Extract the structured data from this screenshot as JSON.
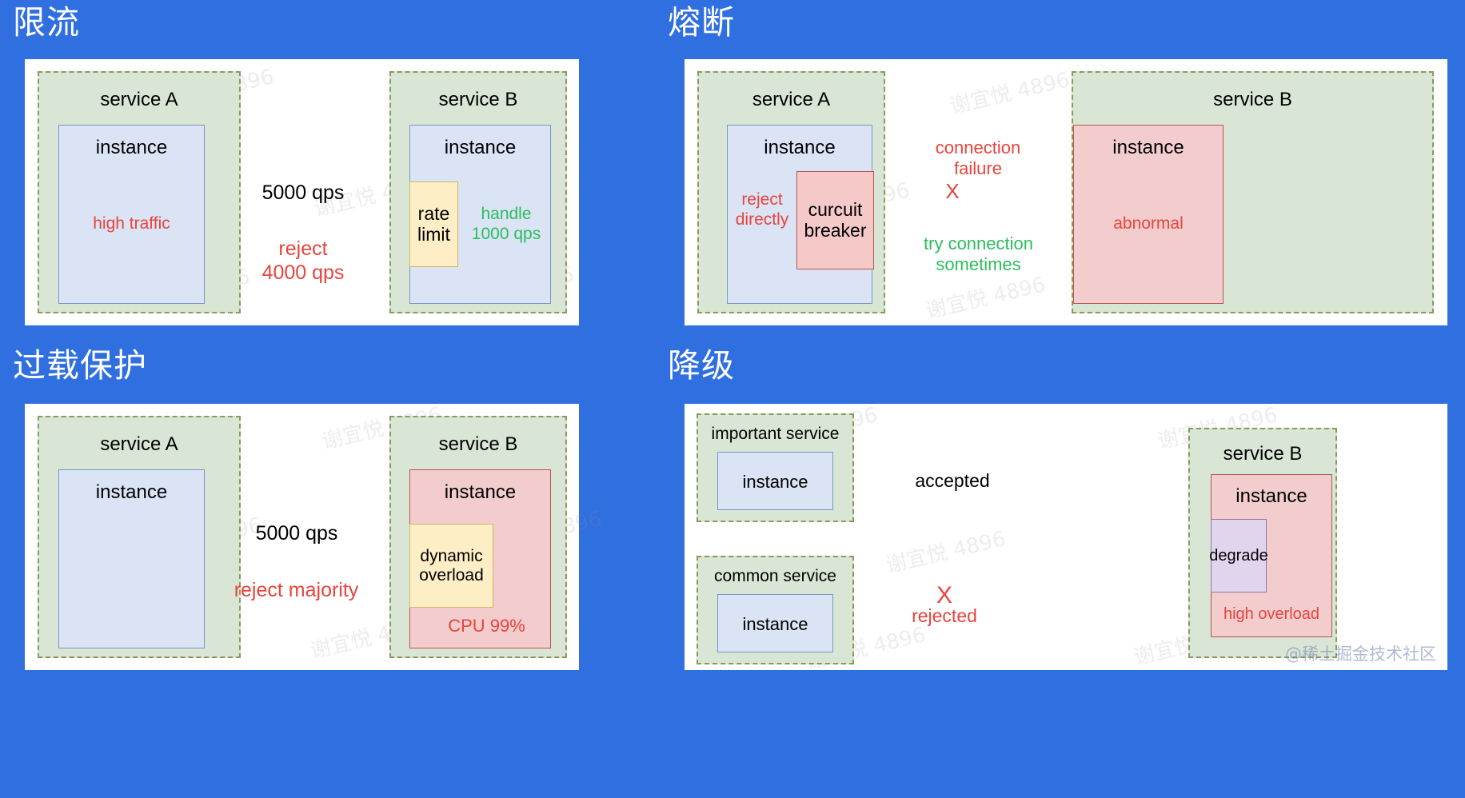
{
  "background_color": "#2f6fe0",
  "watermark": {
    "repeat_text": "谢宜悦 4896",
    "corner_text": "@稀土掘金技术社区"
  },
  "colors": {
    "service_group_fill": "#d9e6d5",
    "service_group_border": "#8a9a5b",
    "instance_fill": "#dae4f5",
    "instance_border": "#7a95c4",
    "instance_red_fill": "#f3cdcd",
    "instance_red_border": "#b85450",
    "rate_limit_fill": "#fdeec6",
    "rate_limit_border": "#d6b656",
    "breaker_fill": "#f6c9c9",
    "breaker_border": "#b85450",
    "degrade_fill": "#e1d5ee",
    "degrade_border": "#9673a6",
    "red_text": "#e8443c",
    "green_text": "#2bbd5c",
    "black_text": "#000000",
    "white_canvas": "#ffffff"
  },
  "panels": [
    {
      "id": "rate-limiting",
      "title": "限流",
      "service_a": {
        "label": "service A",
        "instance_label": "instance",
        "status_text": "high traffic"
      },
      "service_b": {
        "label": "service B",
        "instance_label": "instance",
        "component_label": "rate\nlimit",
        "handle_text": "handle\n1000 qps"
      },
      "arrows": [
        {
          "label": "5000 qps",
          "color": "black",
          "direction": "a-to-b"
        },
        {
          "label": "reject\n4000 qps",
          "color": "red",
          "direction": "b-to-a"
        }
      ]
    },
    {
      "id": "circuit-breaking",
      "title": "熔断",
      "service_a": {
        "label": "service A",
        "instance_label": "instance",
        "status_text": "reject\ndirectly",
        "component_label": "curcuit\nbreaker"
      },
      "service_b": {
        "label": "service B",
        "instance_label": "instance",
        "status_text": "abnormal"
      },
      "arrows": [
        {
          "label": "connection\nfailure",
          "marker": "X",
          "color": "red",
          "direction": "a-to-b",
          "style": "solid"
        },
        {
          "label": "try connection\nsometimes",
          "color": "green",
          "direction": "a-to-b",
          "style": "dashed"
        }
      ]
    },
    {
      "id": "overload-protection",
      "title": "过载保护",
      "service_a": {
        "label": "service A",
        "instance_label": "instance"
      },
      "service_b": {
        "label": "service B",
        "instance_label": "instance",
        "component_label": "dynamic\noverload",
        "status_text": "CPU 99%"
      },
      "arrows": [
        {
          "label": "5000 qps",
          "color": "black",
          "direction": "a-to-b"
        },
        {
          "label": "reject majority",
          "color": "red",
          "direction": "b-to-a"
        }
      ]
    },
    {
      "id": "degradation",
      "title": "降级",
      "important_service": {
        "label": "important service",
        "instance_label": "instance"
      },
      "common_service": {
        "label": "common service",
        "instance_label": "instance"
      },
      "service_b": {
        "label": "service B",
        "instance_label": "instance",
        "component_label": "degrade",
        "status_text": "high overload"
      },
      "arrows": [
        {
          "label": "accepted",
          "color": "black",
          "direction": "important-to-b"
        },
        {
          "label": "rejected",
          "marker": "X",
          "color": "red",
          "direction": "common-to-b"
        }
      ]
    }
  ]
}
